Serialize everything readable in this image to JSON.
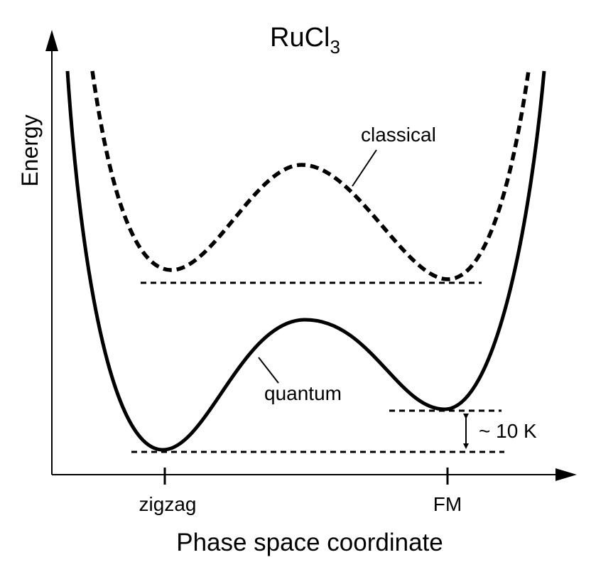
{
  "title": {
    "base": "RuCl",
    "subscript": "3"
  },
  "axes": {
    "ylabel": "Energy",
    "xlabel": "Phase space coordinate",
    "ticks": [
      "zigzag",
      "FM"
    ]
  },
  "curves": {
    "classical_label": "classical",
    "quantum_label": "quantum"
  },
  "gap_label": "~ 10 K",
  "colors": {
    "ink": "#000000",
    "background": "#ffffff"
  }
}
